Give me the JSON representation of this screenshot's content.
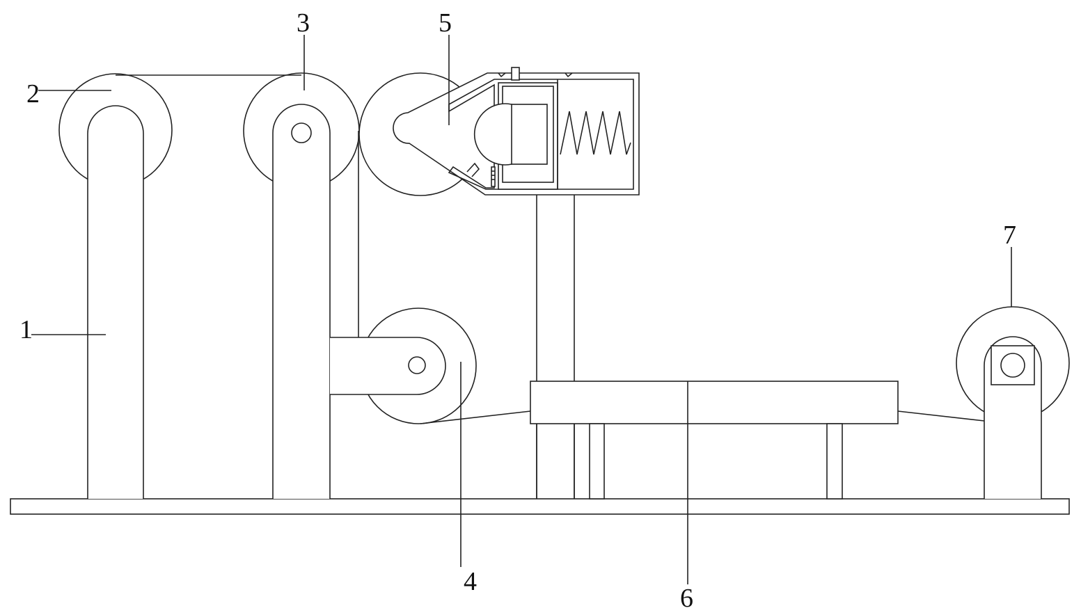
{
  "labels": {
    "l1": "1",
    "l2": "2",
    "l3": "3",
    "l4": "4",
    "l5": "5",
    "l6": "6",
    "l7": "7"
  },
  "colors": {
    "line": "#222222",
    "background": "#ffffff"
  }
}
